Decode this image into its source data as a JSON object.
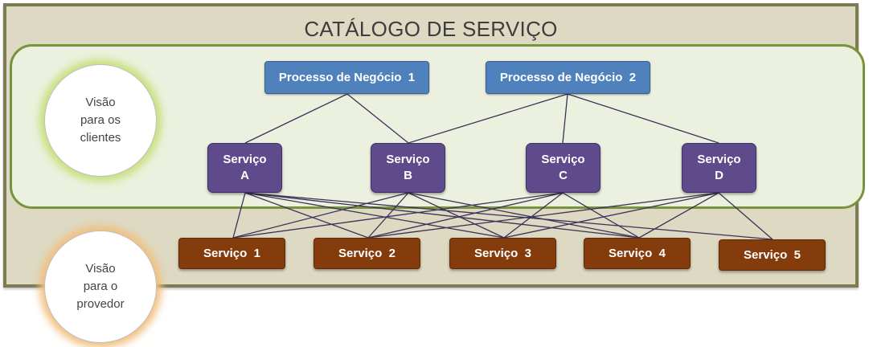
{
  "title": "CATÁLOGO DE SERVIÇO",
  "views": {
    "clients": "Visão\npara os\nclientes",
    "provider": "Visão\npara o\nprovedor"
  },
  "processes": [
    {
      "label": "Processo de Negócio  1"
    },
    {
      "label": "Processo de Negócio  2"
    }
  ],
  "business_services": [
    {
      "label": "Serviço\nA"
    },
    {
      "label": "Serviço\nB"
    },
    {
      "label": "Serviço\nC"
    },
    {
      "label": "Serviço\nD"
    }
  ],
  "component_services": [
    {
      "label": "Serviço  1"
    },
    {
      "label": "Serviço  2"
    },
    {
      "label": "Serviço  3"
    },
    {
      "label": "Serviço  4"
    },
    {
      "label": "Serviço  5"
    }
  ],
  "colors": {
    "catalog_bg": "#ddd9c3",
    "catalog_border": "#7c7b54",
    "client_zone_bg": "#ebf1de",
    "client_zone_border": "#77933c",
    "process": "#4f81bd",
    "business_service": "#5f4b8b",
    "component_service": "#843c0c"
  }
}
